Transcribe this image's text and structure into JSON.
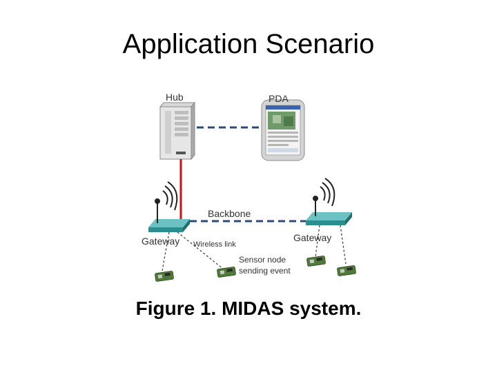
{
  "title": "Application Scenario",
  "caption": "Figure 1. MIDAS system.",
  "diagram": {
    "labels": {
      "hub": "Hub",
      "pda": "PDA",
      "backbone": "Backbone",
      "gateway_left": "Gateway",
      "gateway_right": "Gateway",
      "wireless_link": "Wireless link",
      "sensor_line1": "Sensor node",
      "sensor_line2": "sending event"
    },
    "icons": {
      "hub": "server-tower-icon",
      "pda": "pda-device-icon",
      "gateway": "wireless-gateway-icon",
      "sensor": "sensor-node-icon"
    },
    "colors": {
      "dashed_link": "#2e4a7a",
      "hub_cable": "#cc1111",
      "gateway": "#2a8f8f",
      "sensor": "#4f7a3a"
    }
  }
}
